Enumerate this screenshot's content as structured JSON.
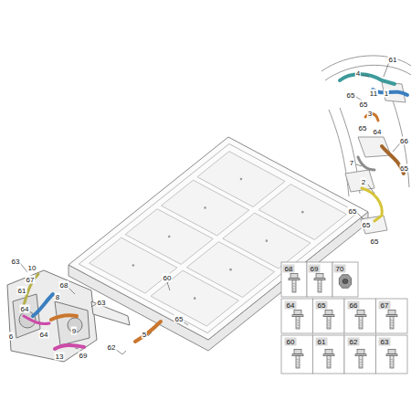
{
  "diagram": {
    "labels": [
      "61",
      "4",
      "65",
      "11",
      "1",
      "65",
      "3",
      "65",
      "64",
      "66",
      "7",
      "65",
      "2",
      "65",
      "65",
      "65",
      "63",
      "10",
      "67",
      "68",
      "61",
      "8",
      "64",
      "63",
      "60",
      "65",
      "9",
      "6",
      "64",
      "5",
      "13",
      "62",
      "69",
      "68",
      "69",
      "70",
      "64",
      "65",
      "66",
      "67",
      "60",
      "61",
      "62",
      "63"
    ]
  }
}
